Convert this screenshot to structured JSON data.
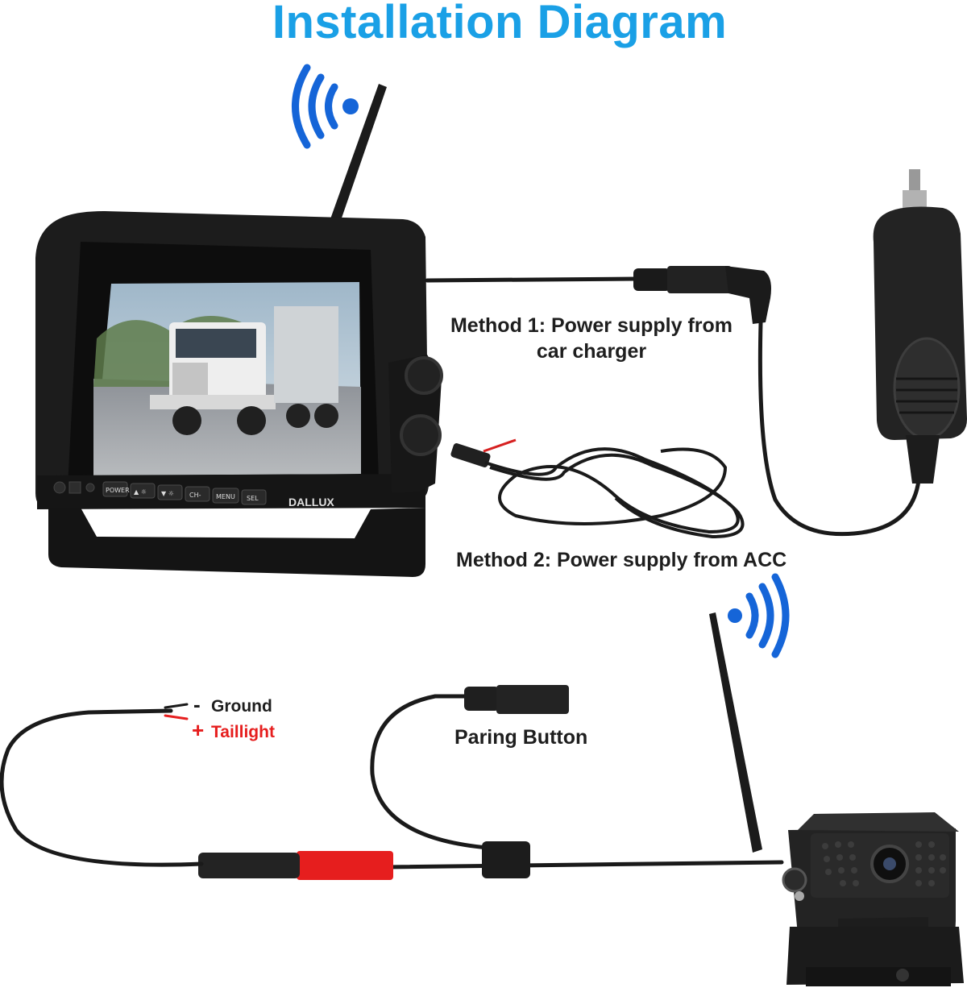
{
  "title": "Installation Diagram",
  "labels": {
    "method1_line1": "Method 1: Power supply from",
    "method1_line2": "car charger",
    "method2": "Method 2: Power supply from ACC",
    "pairing": "Paring Button",
    "ground_sign": "-",
    "ground": "Ground",
    "taillight_sign": "+",
    "taillight": "Taillight"
  },
  "monitor": {
    "brand": "DALLUX",
    "buttons": [
      "POWER",
      "▲ ☼",
      "▼ ☼",
      "CH-",
      "MENU",
      "SEL"
    ]
  },
  "icons": [
    "wifi-signal-icon",
    "wifi-signal-icon"
  ],
  "colors": {
    "title": "#1aa0e6",
    "wifi": "#1565d8",
    "cable": "#1a1a1a",
    "taillight": "#e61e1e"
  }
}
